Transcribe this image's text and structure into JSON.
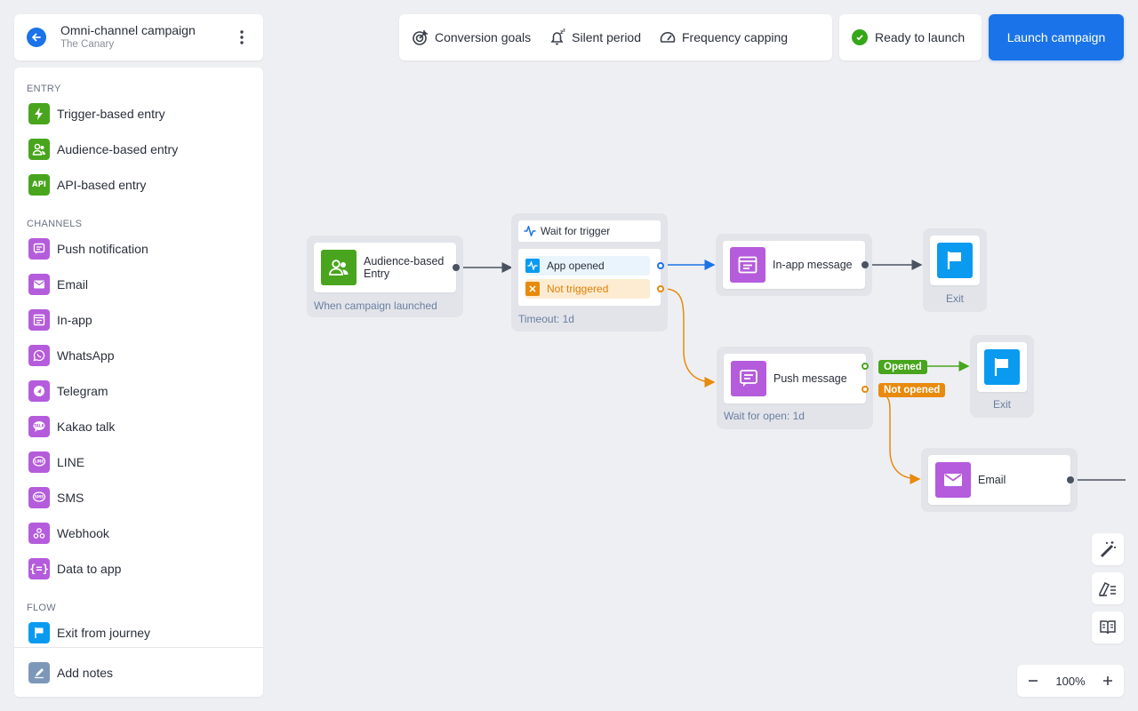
{
  "campaign": {
    "title": "Omni-channel campaign",
    "subtitle": "The Canary"
  },
  "sidebar": {
    "sections": [
      {
        "label": "ENTRY",
        "items": [
          {
            "label": "Trigger-based entry",
            "icon": "lightning-icon",
            "color": "#48a51d"
          },
          {
            "label": "Audience-based entry",
            "icon": "users-icon",
            "color": "#48a51d"
          },
          {
            "label": "API-based entry",
            "icon": "api-icon",
            "color": "#48a51d"
          }
        ]
      },
      {
        "label": "CHANNELS",
        "items": [
          {
            "label": "Push notification",
            "icon": "push-icon",
            "color": "#b45cdb"
          },
          {
            "label": "Email",
            "icon": "envelope-icon",
            "color": "#b45cdb"
          },
          {
            "label": "In-app",
            "icon": "in-app-icon",
            "color": "#b45cdb"
          },
          {
            "label": "WhatsApp",
            "icon": "whatsapp-icon",
            "color": "#b45cdb"
          },
          {
            "label": "Telegram",
            "icon": "telegram-icon",
            "color": "#b45cdb"
          },
          {
            "label": "Kakao talk",
            "icon": "kakao-talk-icon",
            "color": "#b45cdb"
          },
          {
            "label": "LINE",
            "icon": "line-icon",
            "color": "#b45cdb"
          },
          {
            "label": "SMS",
            "icon": "sms-icon",
            "color": "#b45cdb"
          },
          {
            "label": "Webhook",
            "icon": "webhook-icon",
            "color": "#b45cdb"
          },
          {
            "label": "Data to app",
            "icon": "data-to-app-icon",
            "color": "#b45cdb"
          }
        ]
      },
      {
        "label": "FLOW",
        "items": [
          {
            "label": "Exit from journey",
            "icon": "flag-icon",
            "color": "#0a9bf0"
          }
        ]
      }
    ],
    "footer": {
      "label": "Add notes",
      "icon": "notes-icon"
    }
  },
  "toolbar": {
    "conversion_goals": "Conversion goals",
    "silent_period": "Silent period",
    "frequency_capping": "Frequency capping",
    "ready": "Ready to launch",
    "launch": "Launch campaign"
  },
  "canvas": {
    "entry": {
      "label": "Audience-based Entry",
      "caption": "When campaign launched"
    },
    "trigger": {
      "title": "Wait for trigger",
      "opened": "App opened",
      "not_triggered": "Not triggered",
      "timeout": "Timeout: 1d"
    },
    "inapp": {
      "label": "In-app message"
    },
    "exit1": {
      "label": "Exit"
    },
    "push": {
      "label": "Push message",
      "caption": "Wait for open: 1d",
      "opened": "Opened",
      "not_opened": "Not opened"
    },
    "exit2": {
      "label": "Exit"
    },
    "email": {
      "label": "Email"
    }
  },
  "zoom": {
    "level": "100%"
  },
  "colors": {
    "accent": "#1a73e8",
    "entry": "#48a51d",
    "channel": "#b45cdb",
    "flow": "#0a9bf0",
    "orange": "#e88a0c"
  }
}
